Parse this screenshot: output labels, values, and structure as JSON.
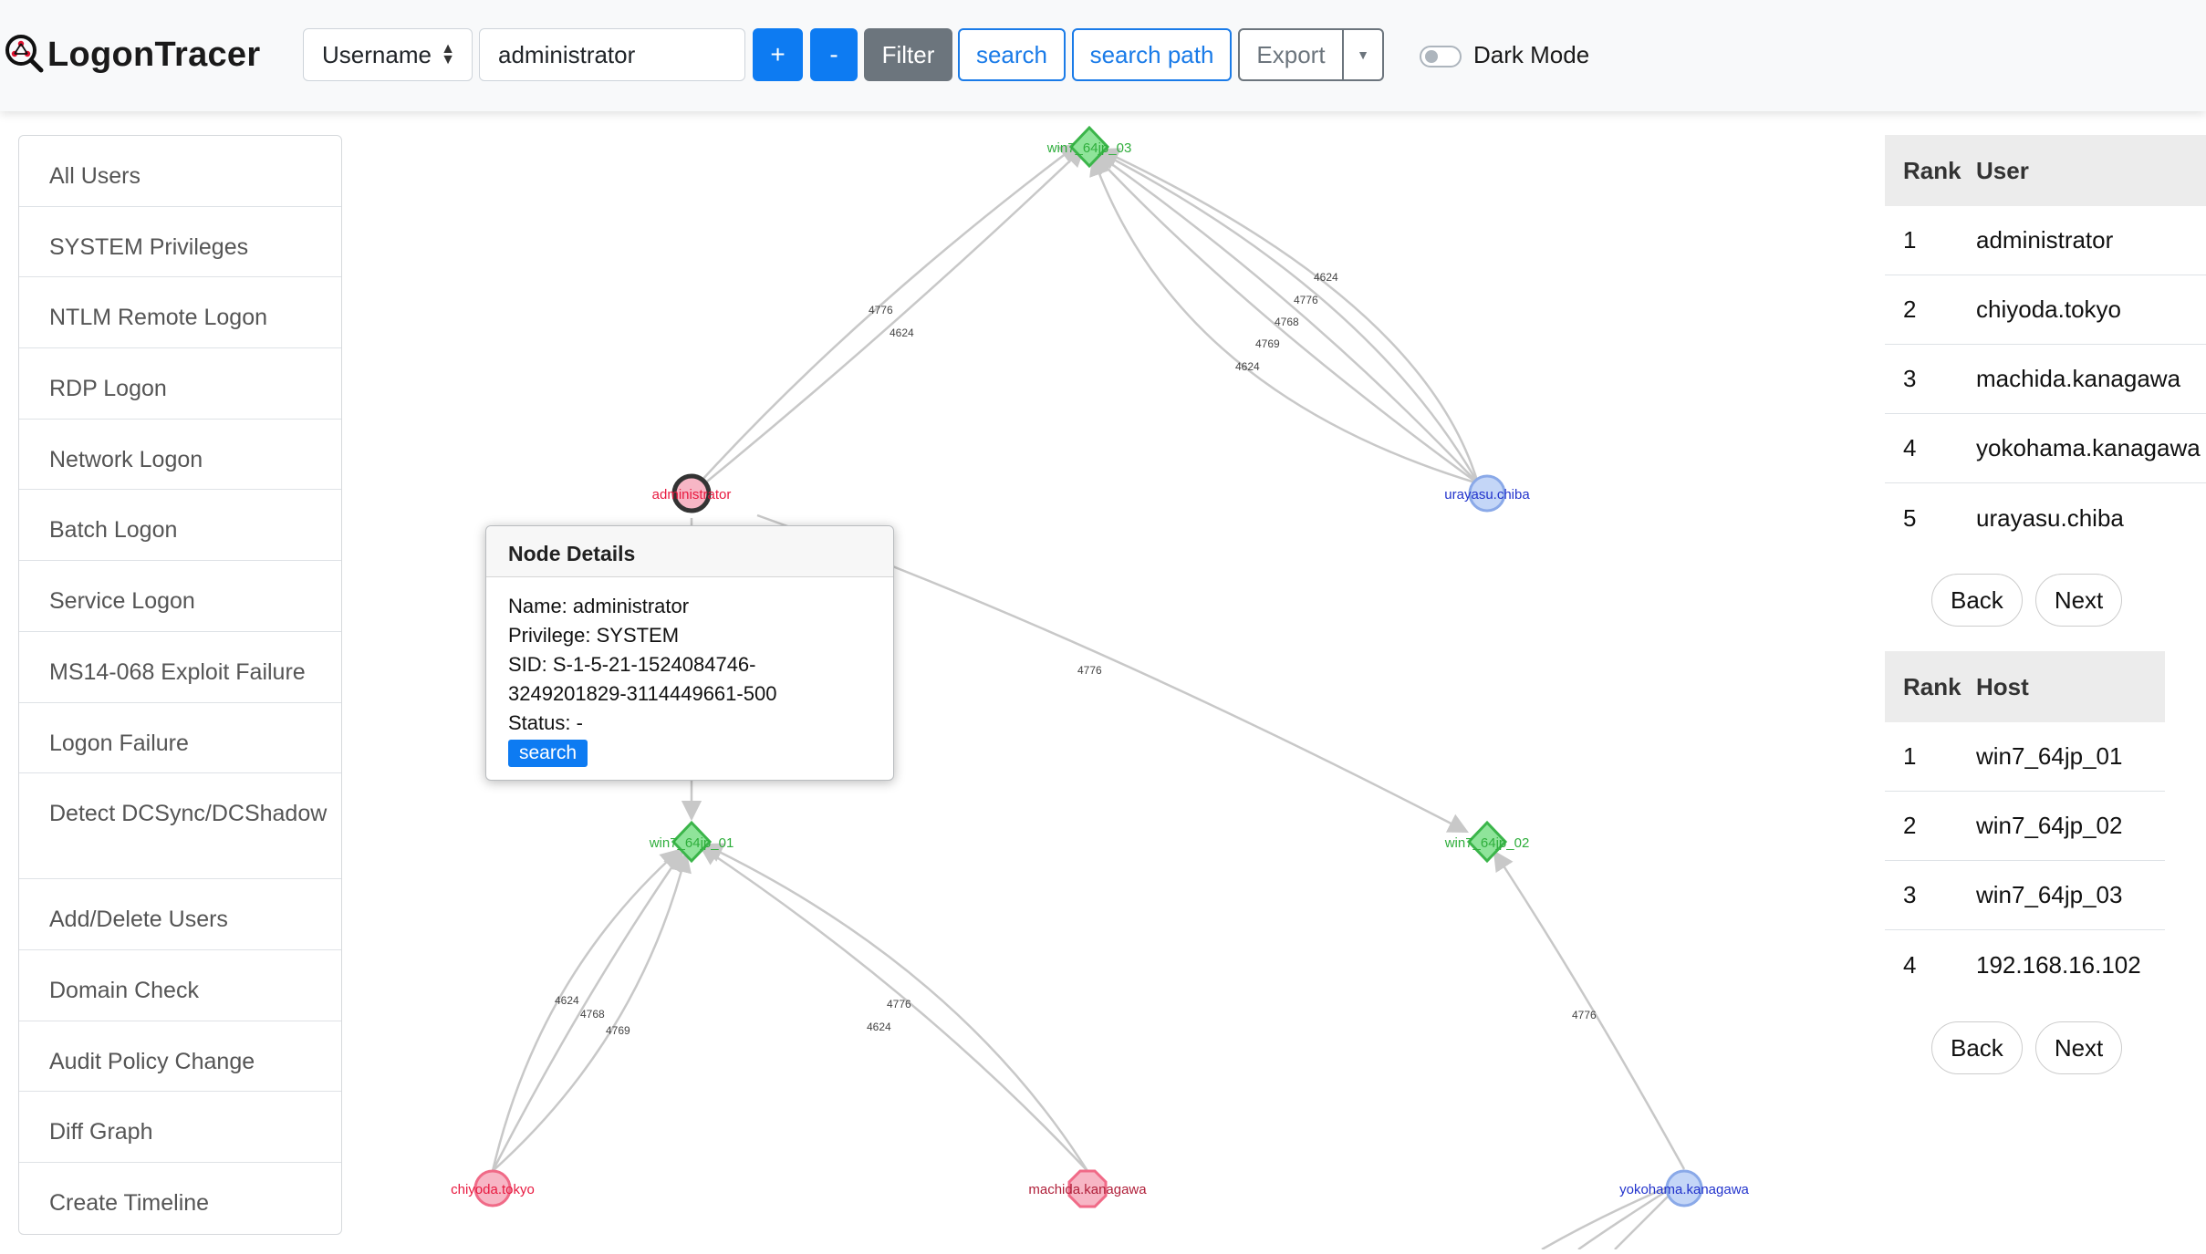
{
  "brand": {
    "name": "LogonTracer"
  },
  "toolbar": {
    "search_type": "Username",
    "search_value": "administrator",
    "plus": "+",
    "minus": "-",
    "filter": "Filter",
    "search": "search",
    "search_path": "search path",
    "export": "Export",
    "dark_mode": "Dark Mode"
  },
  "menu": {
    "items": [
      "All Users",
      "SYSTEM Privileges",
      "NTLM Remote Logon",
      "RDP Logon",
      "Network Logon",
      "Batch Logon",
      "Service Logon",
      "MS14-068 Exploit Failure",
      "Logon Failure",
      "Detect DCSync/DCShadow",
      "Add/Delete Users",
      "Domain Check",
      "Audit Policy Change",
      "Diff Graph",
      "Create Timeline"
    ]
  },
  "graph": {
    "nodes": {
      "win7_03": "win7_64jp_03",
      "admin": "administrator",
      "urayasu": "urayasu.chiba",
      "win7_01": "win7_64jp_01",
      "win7_02": "win7_64jp_02",
      "chiyoda": "chiyoda.tokyo",
      "machida": "machida.kanagawa",
      "yokohama": "yokohama.kanagawa"
    },
    "edges": {
      "a_w3_1": "4776",
      "a_w3_2": "4624",
      "u_w3_1": "4624",
      "u_w3_2": "4776",
      "u_w3_3": "4768",
      "u_w3_4": "4769",
      "u_w3_5": "4624",
      "a_w2": "4776",
      "c_w1_1": "4624",
      "c_w1_2": "4768",
      "c_w1_3": "4769",
      "m_w1_1": "4776",
      "m_w1_2": "4624",
      "y_w2": "4776"
    },
    "colors": {
      "user": "#f06a87",
      "host": "#3bb54a",
      "blue_user": "#2233cc",
      "edge": "#c8c8c8"
    }
  },
  "node_details": {
    "title": "Node Details",
    "name": "Name: administrator",
    "privilege": "Privilege: SYSTEM",
    "sid_1": "SID: S-1-5-21-1524084746-",
    "sid_2": "3249201829-3114449661-500",
    "status": "Status: -",
    "search": "search"
  },
  "user_rank": {
    "headers": [
      "Rank",
      "User"
    ],
    "rows": [
      [
        "1",
        "administrator"
      ],
      [
        "2",
        "chiyoda.tokyo"
      ],
      [
        "3",
        "machida.kanagawa"
      ],
      [
        "4",
        "yokohama.kanagawa"
      ],
      [
        "5",
        "urayasu.chiba"
      ]
    ],
    "back": "Back",
    "next": "Next"
  },
  "host_rank": {
    "headers": [
      "Rank",
      "Host"
    ],
    "rows": [
      [
        "1",
        "win7_64jp_01"
      ],
      [
        "2",
        "win7_64jp_02"
      ],
      [
        "3",
        "win7_64jp_03"
      ],
      [
        "4",
        "192.168.16.102"
      ]
    ],
    "back": "Back",
    "next": "Next"
  }
}
